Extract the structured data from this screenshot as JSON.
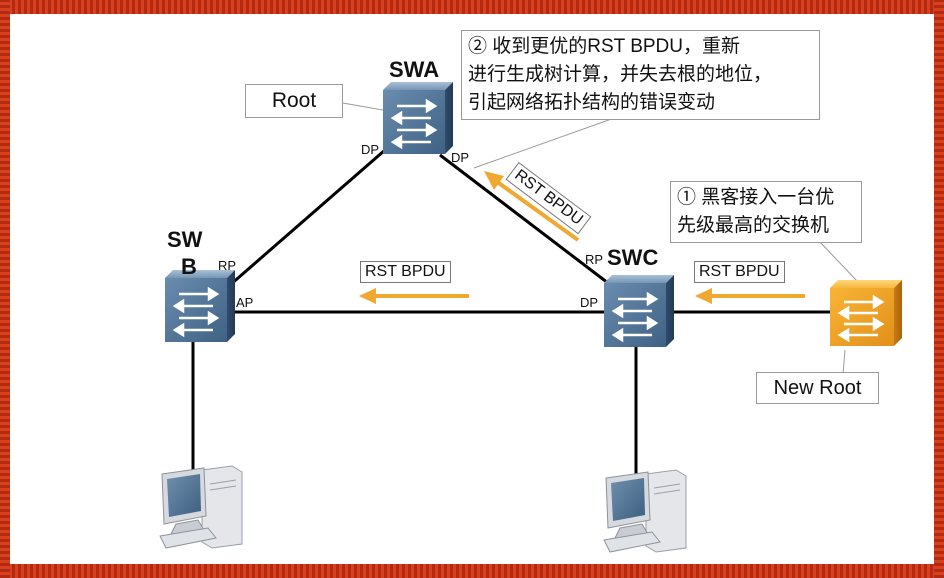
{
  "switches": {
    "swa": {
      "name": "SWA"
    },
    "swb": {
      "name_line1": "SW",
      "name_line2": "B"
    },
    "swc": {
      "name": "SWC"
    }
  },
  "ports": {
    "swa_left": "DP",
    "swa_right": "DP",
    "swb_top": "RP",
    "swb_right": "AP",
    "swc_top": "RP",
    "swc_left": "DP"
  },
  "labels": {
    "root": "Root",
    "new_root": "New Root",
    "rst_bpdu_diag": "RST BPDU",
    "rst_bpdu_mid": "RST BPDU",
    "rst_bpdu_right": "RST BPDU"
  },
  "notes": {
    "step2": [
      "② 收到更优的RST BPDU，重新",
      "进行生成树计算，并失去根的地位，",
      "引起网络拓扑结构的错误变动"
    ],
    "step1": [
      "① 黑客接入一台优",
      "先级最高的交换机"
    ]
  },
  "colors": {
    "switch_blue": "#4e7194",
    "hacker_switch": "#f0a020",
    "arrow": "#f0a830",
    "frame": "#c8351a",
    "link": "#000000"
  },
  "icons": [
    "switch-icon",
    "hacker-switch-icon",
    "pc-icon"
  ]
}
